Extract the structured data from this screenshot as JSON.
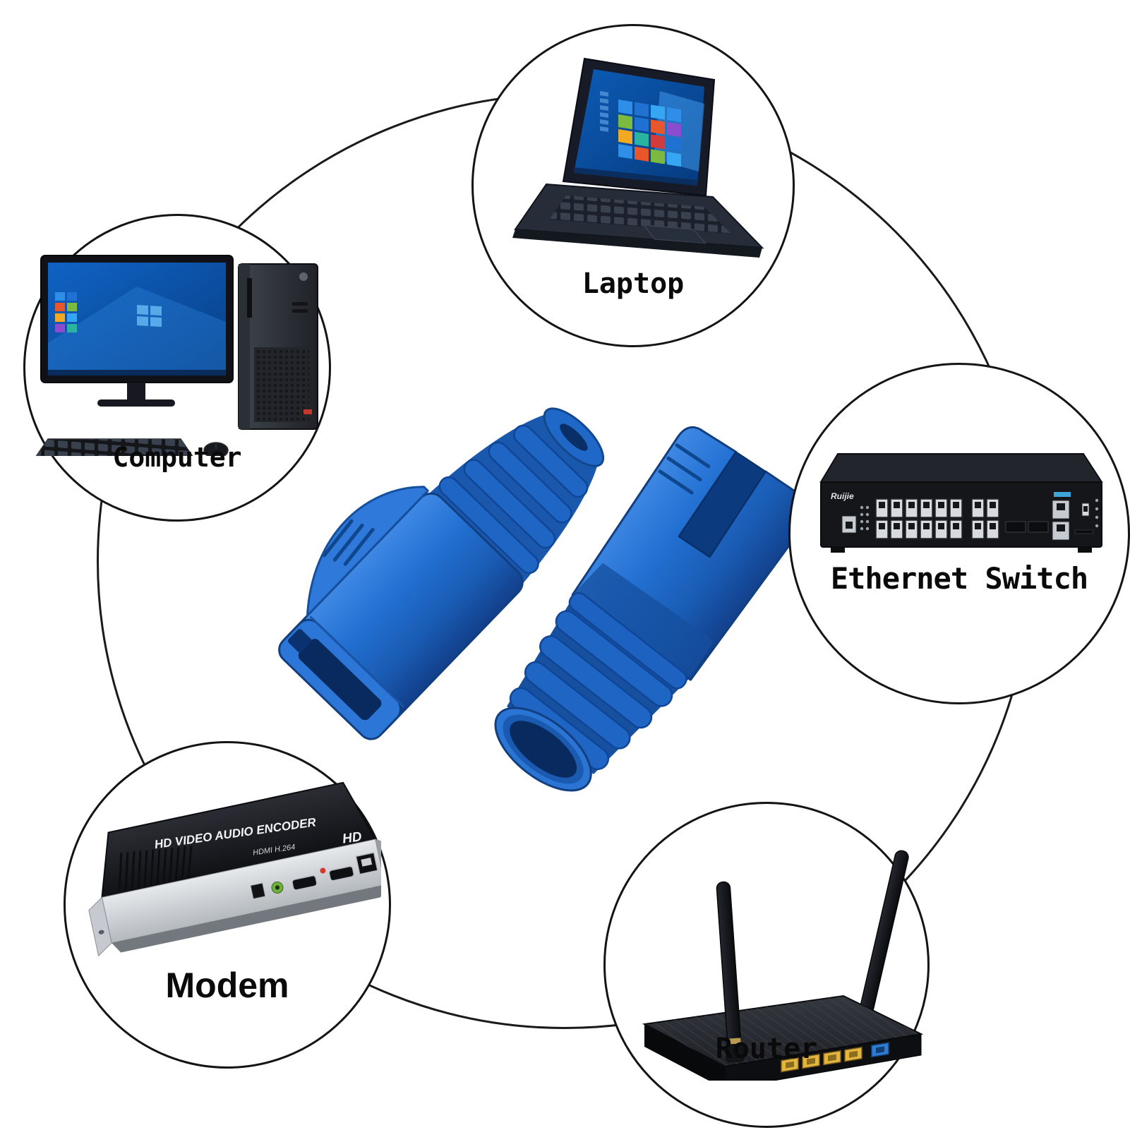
{
  "colors": {
    "boot_blue": "#1d63c8",
    "ring_stroke": "#1a1a1a",
    "lan_port_yellow": "#e5b63e",
    "wan_port_blue": "#2e7cd4"
  },
  "devices": {
    "laptop": {
      "label": "Laptop"
    },
    "computer": {
      "label": "Computer"
    },
    "ethernet_switch": {
      "label": "Ethernet Switch",
      "brand": "Ruijie"
    },
    "modem": {
      "label": "Modem",
      "panel_text": "HD VIDEO AUDIO ENCODER",
      "panel_subtext": "HDMI H.264",
      "badge": "HD"
    },
    "router": {
      "label": "Router"
    }
  }
}
